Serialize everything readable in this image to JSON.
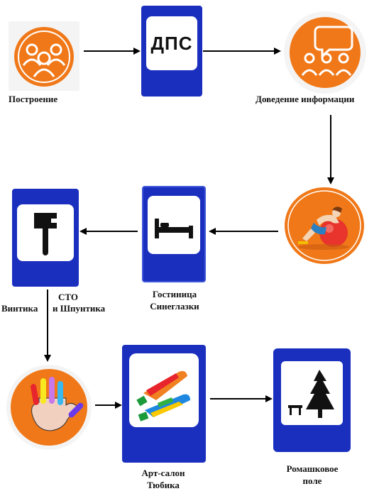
{
  "steps": {
    "formation": {
      "label": "Построение",
      "icon": "group-of-people-icon",
      "color": "#f07818"
    },
    "dps": {
      "label": "ДПС",
      "icon": "dps-road-sign-icon",
      "color": "#1b2fbf"
    },
    "briefing": {
      "label": "Доведение информации",
      "icon": "people-speech-bubble-icon",
      "color": "#f07818"
    },
    "exercise": {
      "icon": "woman-fitball-exercise-icon",
      "color": "#f07818"
    },
    "hotel": {
      "line1": "Гостиница",
      "line2": "Синеглазки",
      "icon": "hotel-bed-road-sign-icon"
    },
    "service": {
      "line1": "СТО",
      "line2_left": "Винтика",
      "line2_right": "и Шпунтика",
      "icon": "wrench-road-sign-icon"
    },
    "hand": {
      "icon": "colored-fingers-hand-icon",
      "color": "#f07818"
    },
    "art": {
      "line1": "Арт-салон",
      "line2": "Тюбика",
      "icon": "paint-tubes-road-sign-icon"
    },
    "field": {
      "line1": "Ромашковое",
      "line2": "поле",
      "icon": "picnic-area-road-sign-icon"
    }
  },
  "colors": {
    "sign_blue": "#1b2fbf",
    "orange": "#f07818",
    "arrow": "#000000"
  }
}
